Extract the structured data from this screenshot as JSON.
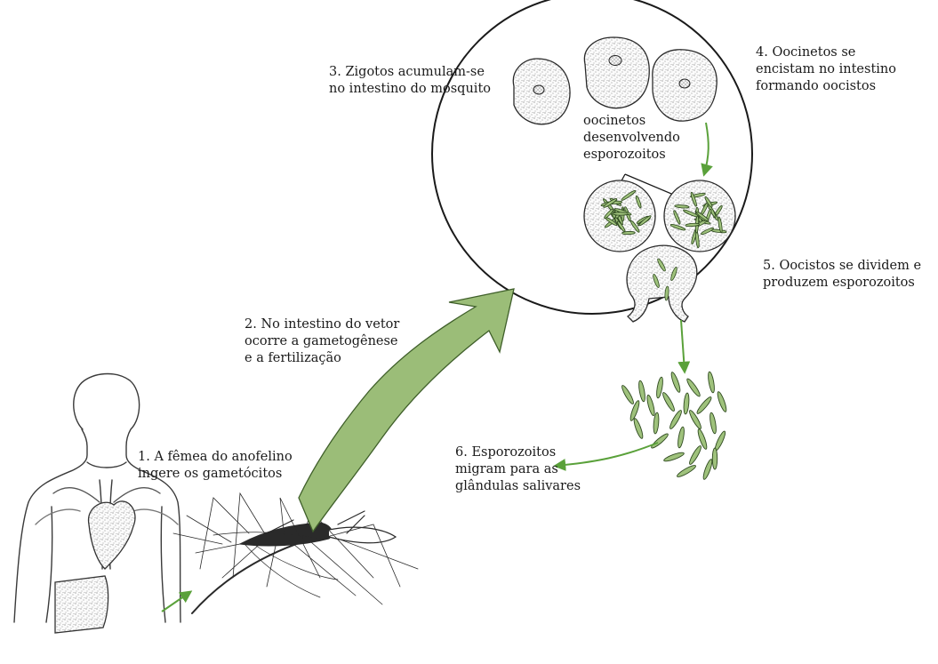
{
  "figure": {
    "colors": {
      "arrow_fill": "#9bbd78",
      "arrow_stroke": "#3f5f2a",
      "small_arrow": "#5aa13a",
      "sporozoite_fill": "#9fc27c",
      "ink": "#1a1a1a",
      "stipple": "#7a7a7a"
    },
    "icons": [
      "human-figure",
      "mosquito",
      "zygote-cells",
      "oocysts",
      "sporozoites"
    ]
  },
  "labels": {
    "step1": {
      "line1": "1. A fêmea do anofelino",
      "line2": "ingere os gametócitos"
    },
    "step2": {
      "line1": "2. No intestino do vetor",
      "line2": "ocorre a gametogênese",
      "line3": "e a fertilização"
    },
    "step3": {
      "line1": "3. Zigotos acumulam-se",
      "line2": "no intestino do mosquito"
    },
    "step4": {
      "line1": "4. Oocinetos se",
      "line2": "encistam no intestino",
      "line3": "formando oocistos"
    },
    "oocinetos": {
      "line1": "oocinetos",
      "line2": "desenvolvendo",
      "line3": "esporozoitos"
    },
    "step5": {
      "line1": "5. Oocistos se dividem e",
      "line2": "produzem esporozoitos"
    },
    "step6": {
      "line1": "6. Esporozoitos",
      "line2": "migram para as",
      "line3": "glândulas salivares"
    }
  }
}
